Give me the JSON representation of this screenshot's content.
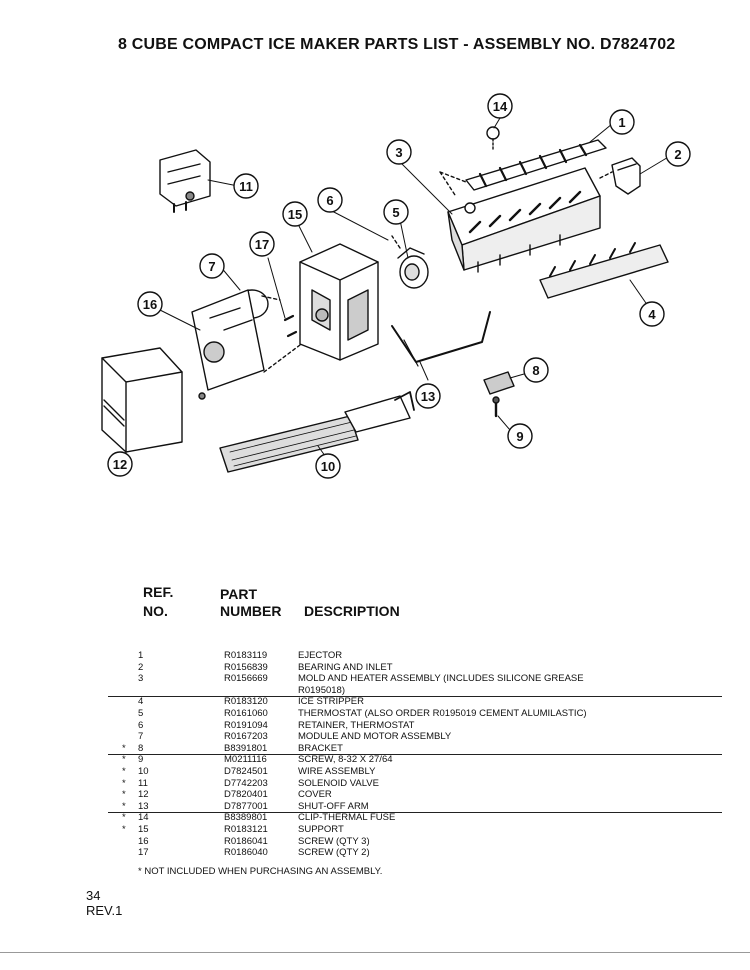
{
  "title": "8 CUBE COMPACT ICE MAKER PARTS LIST - ASSEMBLY NO. D7824702",
  "callouts": [
    "1",
    "2",
    "3",
    "4",
    "5",
    "6",
    "7",
    "8",
    "9",
    "10",
    "11",
    "12",
    "13",
    "14",
    "15",
    "16",
    "17"
  ],
  "table": {
    "ref_header_1": "REF.",
    "ref_header_2": "NO.",
    "part_header_1": "PART",
    "part_header_2": "NUMBER",
    "desc_header": "DESCRIPTION"
  },
  "parts": [
    {
      "star": "",
      "ref": "1",
      "part": "R0183119",
      "desc": "EJECTOR"
    },
    {
      "star": "",
      "ref": "2",
      "part": "R0156839",
      "desc": "BEARING AND INLET"
    },
    {
      "star": "",
      "ref": "3",
      "part": "R0156669",
      "desc": "MOLD AND HEATER ASSEMBLY (INCLUDES SILICONE GREASE"
    },
    {
      "star": "",
      "ref": "",
      "part": "",
      "desc": "R0195018)"
    },
    {
      "star": "",
      "ref": "4",
      "part": "R0183120",
      "desc": "ICE STRIPPER"
    },
    {
      "star": "",
      "ref": "5",
      "part": "R0161060",
      "desc": "THERMOSTAT (ALSO ORDER R0195019 CEMENT ALUMILASTIC)"
    },
    {
      "star": "",
      "ref": "6",
      "part": "R0191094",
      "desc": "RETAINER, THERMOSTAT"
    },
    {
      "star": "",
      "ref": "7",
      "part": "R0167203",
      "desc": "MODULE AND MOTOR ASSEMBLY"
    },
    {
      "star": "*",
      "ref": "8",
      "part": "B8391801",
      "desc": "BRACKET"
    },
    {
      "star": "*",
      "ref": "9",
      "part": "M0211116",
      "desc": "SCREW, 8-32 X 27/64"
    },
    {
      "star": "*",
      "ref": "10",
      "part": "D7824501",
      "desc": "WIRE ASSEMBLY"
    },
    {
      "star": "*",
      "ref": "11",
      "part": "D7742203",
      "desc": "SOLENOID VALVE"
    },
    {
      "star": "*",
      "ref": "12",
      "part": "D7820401",
      "desc": "COVER"
    },
    {
      "star": "*",
      "ref": "13",
      "part": "D7877001",
      "desc": "SHUT-OFF ARM"
    },
    {
      "star": "*",
      "ref": "14",
      "part": "B8389801",
      "desc": "CLIP-THERMAL FUSE"
    },
    {
      "star": "*",
      "ref": "15",
      "part": "R0183121",
      "desc": "SUPPORT"
    },
    {
      "star": "",
      "ref": "16",
      "part": "R0186041",
      "desc": "SCREW (QTY 3)"
    },
    {
      "star": "",
      "ref": "17",
      "part": "R0186040",
      "desc": "SCREW (QTY 2)"
    }
  ],
  "note_star": "*",
  "note": "NOT INCLUDED WHEN PURCHASING AN ASSEMBLY.",
  "page_number": "34",
  "revision": "REV.1"
}
